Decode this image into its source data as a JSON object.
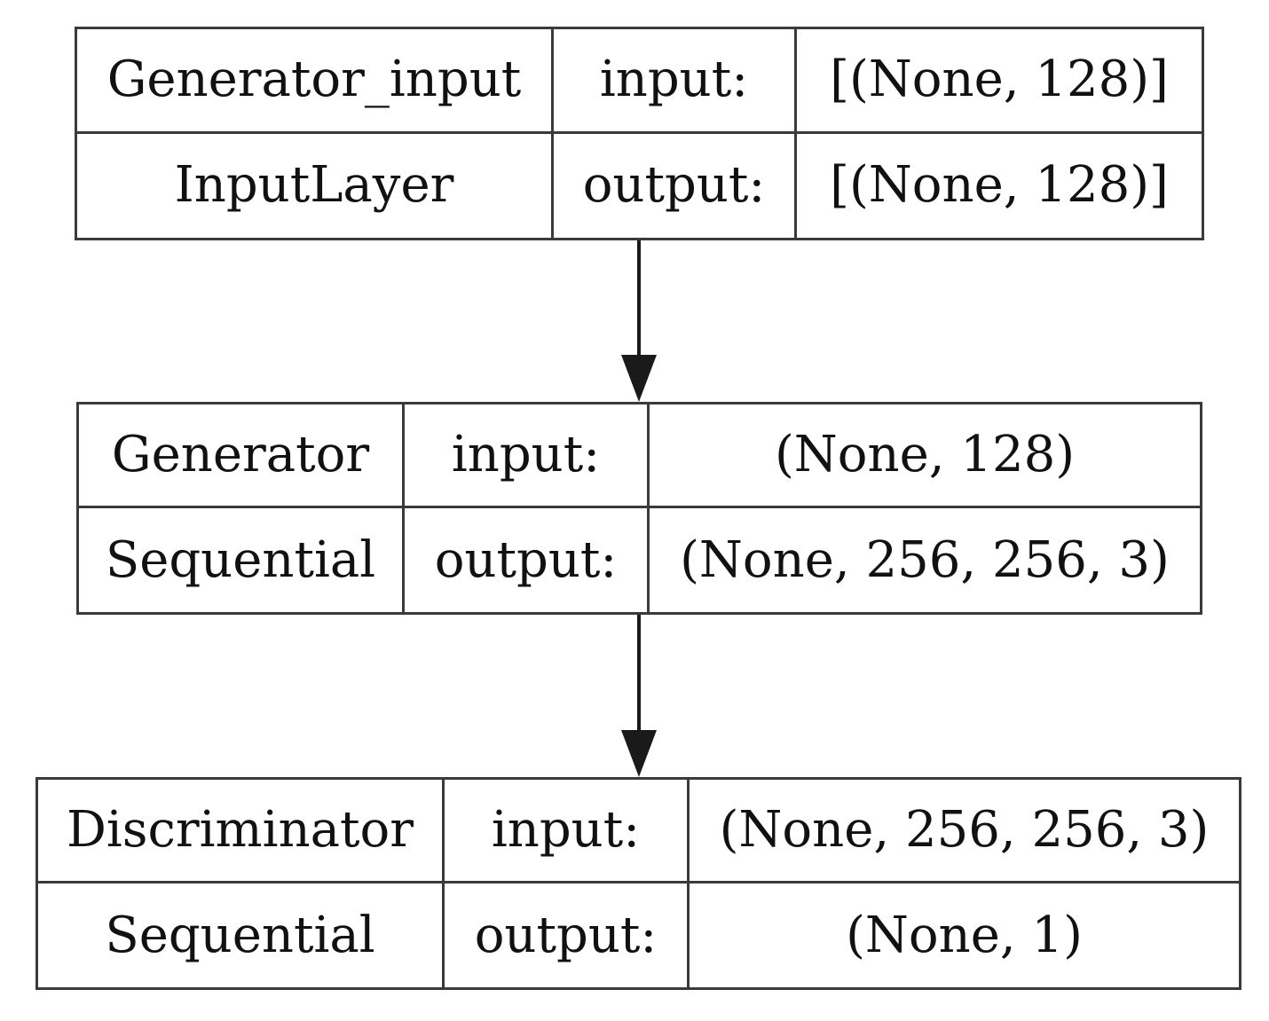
{
  "nodes": [
    {
      "name": "Generator_input",
      "type": "InputLayer",
      "input_label": "input:",
      "output_label": "output:",
      "input_shape": "[(None, 128)]",
      "output_shape": "[(None, 128)]"
    },
    {
      "name": "Generator",
      "type": "Sequential",
      "input_label": "input:",
      "output_label": "output:",
      "input_shape": "(None, 128)",
      "output_shape": "(None, 256, 256, 3)"
    },
    {
      "name": "Discriminator",
      "type": "Sequential",
      "input_label": "input:",
      "output_label": "output:",
      "input_shape": "(None, 256, 256, 3)",
      "output_shape": "(None, 1)"
    }
  ],
  "edges": [
    {
      "from": "Generator_input",
      "to": "Generator"
    },
    {
      "from": "Generator",
      "to": "Discriminator"
    }
  ],
  "colors": {
    "border": "#3a3a3a",
    "text": "#111111",
    "arrow": "#1a1a1a"
  }
}
